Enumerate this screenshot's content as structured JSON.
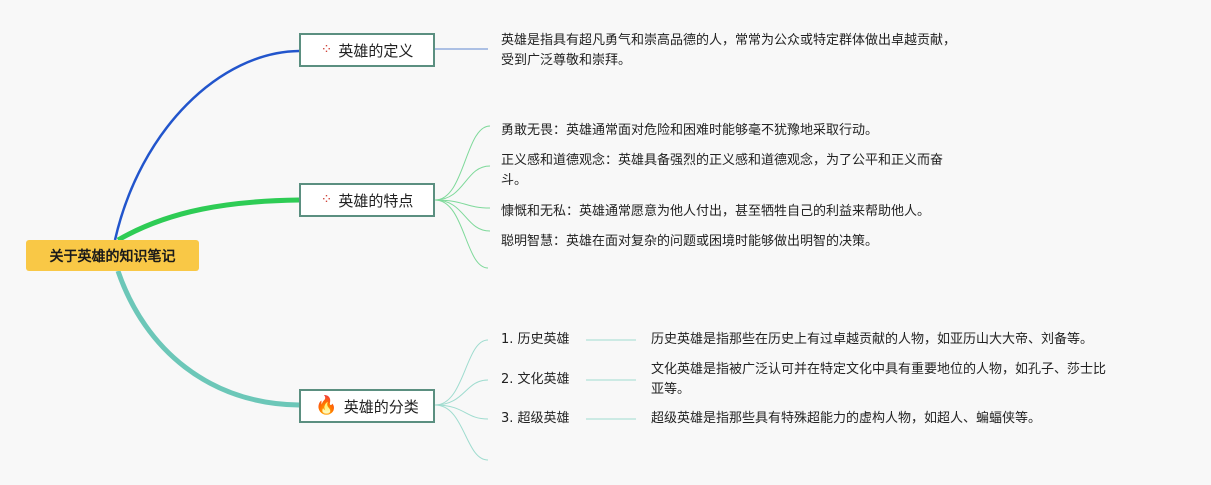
{
  "root": {
    "label": "关于英雄的知识笔记"
  },
  "definition": {
    "title": "英雄的定义",
    "icon": "sparkle-icon",
    "text_line1": "英雄是指具有超凡勇气和崇高品德的人，常常为公众或特定群体做出卓越贡献，",
    "text_line2": "受到广泛尊敬和崇拜。"
  },
  "traits": {
    "title": "英雄的特点",
    "icon": "sparkle-icon",
    "items": [
      {
        "line1": "勇敢无畏：英雄通常面对危险和困难时能够毫不犹豫地采取行动。",
        "line2": ""
      },
      {
        "line1": "正义感和道德观念：英雄具备强烈的正义感和道德观念，为了公平和正义而奋",
        "line2": "斗。"
      },
      {
        "line1": "慷慨和无私：英雄通常愿意为他人付出，甚至牺牲自己的利益来帮助他人。",
        "line2": ""
      },
      {
        "line1": "聪明智慧：英雄在面对复杂的问题或困境时能够做出明智的决策。",
        "line2": ""
      }
    ]
  },
  "types": {
    "title": "英雄的分类",
    "icon": "fire-icon",
    "items": [
      {
        "label": "1. 历史英雄",
        "line1": "历史英雄是指那些在历史上有过卓越贡献的人物，如亚历山大大帝、刘备等。",
        "line2": ""
      },
      {
        "label": "2. 文化英雄",
        "line1": "文化英雄是指被广泛认可并在特定文化中具有重要地位的人物，如孔子、莎士比",
        "line2": "亚等。"
      },
      {
        "label": "3. 超级英雄",
        "line1": "超级英雄是指那些具有特殊超能力的虚构人物，如超人、蝙蝠侠等。",
        "line2": ""
      }
    ]
  },
  "colors": {
    "definition_branch": "#2255cc",
    "traits_branch": "#2ecc55",
    "types_branch": "#6cc7b8",
    "definition_link": "#7f9fd8",
    "traits_link": "#7ed99a",
    "types_link": "#9fdccf",
    "root_fill": "#f9c846",
    "topic_border": "#5b8f80"
  }
}
